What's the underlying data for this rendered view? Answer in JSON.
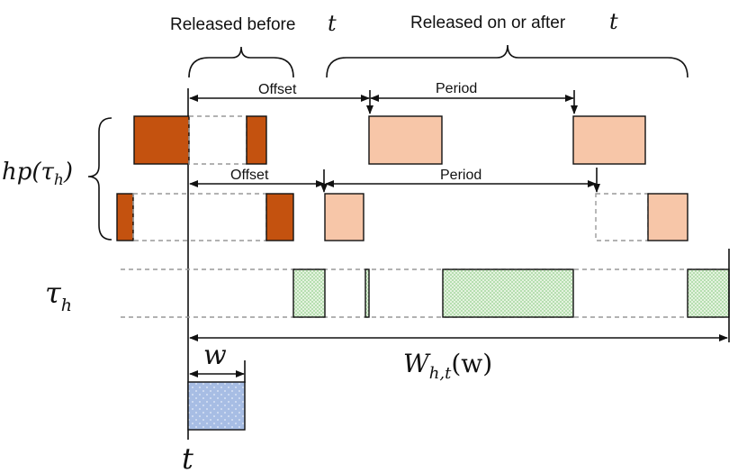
{
  "labels": {
    "released_before": "Released before",
    "released_after": "Released on or after",
    "t_symbol": "t",
    "offset": "Offset",
    "period": "Period",
    "hp_label": "hp(τ",
    "hp_sub": "h",
    "hp_close": ")",
    "tau": "τ",
    "tau_sub": "h",
    "w": "w",
    "W": "W",
    "W_sub": "h,t",
    "W_arg": "(w)",
    "t_bottom": "t"
  },
  "colors": {
    "dark_orange": "#c4520f",
    "light_orange": "#f7c6a8",
    "green_fill": "#c6e7c0",
    "blue_fill": "#a7bde4",
    "line": "#111111",
    "dash": "#999999"
  }
}
